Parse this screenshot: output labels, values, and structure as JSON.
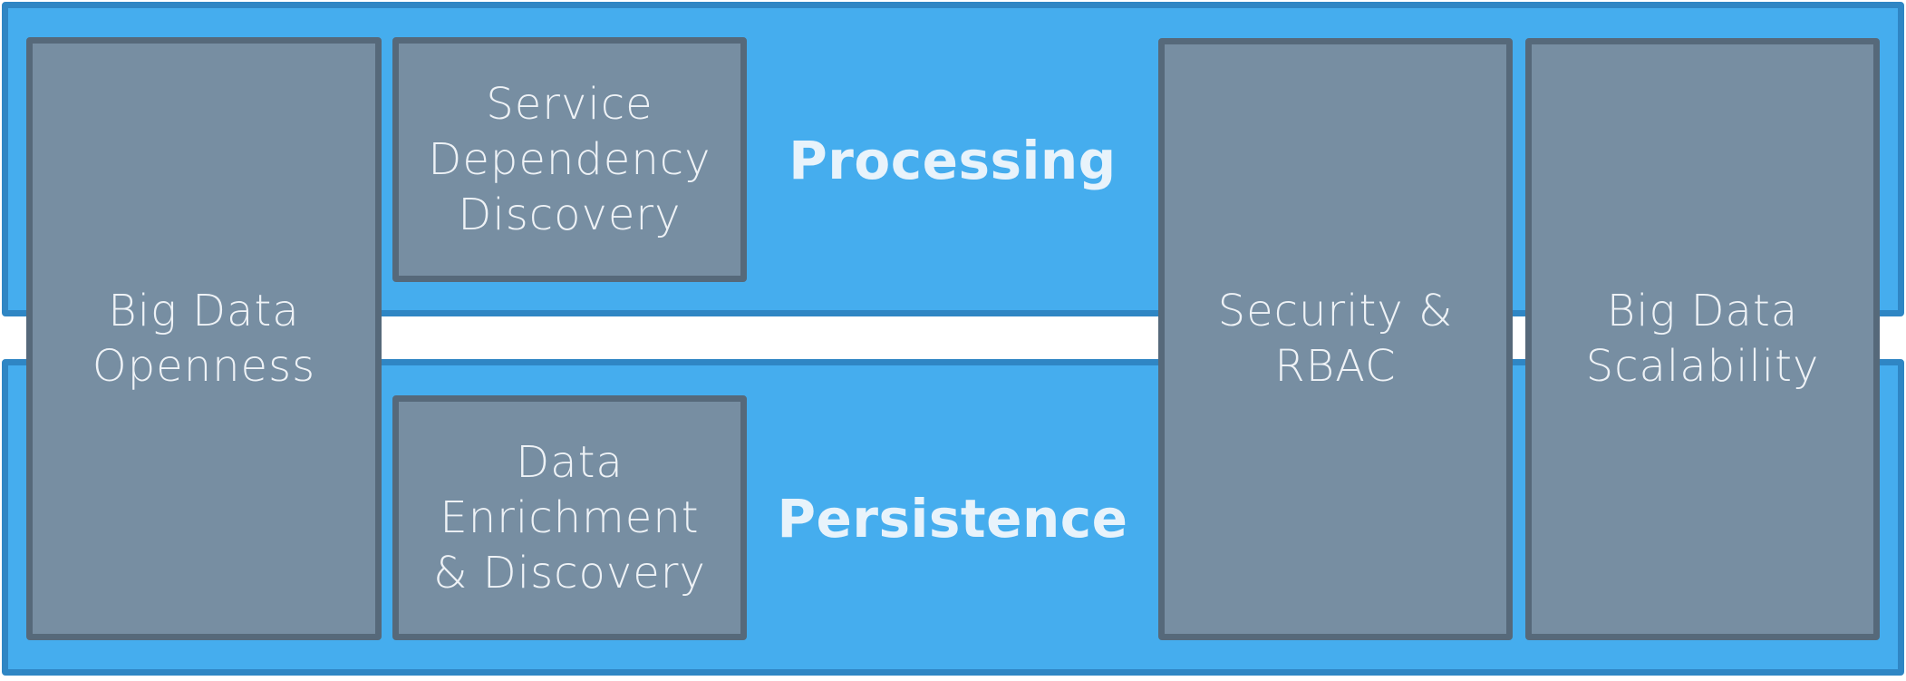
{
  "layers": {
    "processing": {
      "label": "Processing"
    },
    "persistence": {
      "label": "Persistence"
    }
  },
  "boxes": {
    "big_data_openness": "Big Data\nOpenness",
    "service_dependency_discovery": "Service\nDependency\nDiscovery",
    "data_enrichment_discovery": "Data\nEnrichment\n& Discovery",
    "security_rbac": "Security &\nRBAC",
    "big_data_scalability": "Big Data\nScalability"
  },
  "colors": {
    "layer_fill": "#45adee",
    "layer_border": "#2f86c4",
    "box_fill": "#778ea2",
    "box_border": "#56697a",
    "text": "#eef2f6"
  }
}
